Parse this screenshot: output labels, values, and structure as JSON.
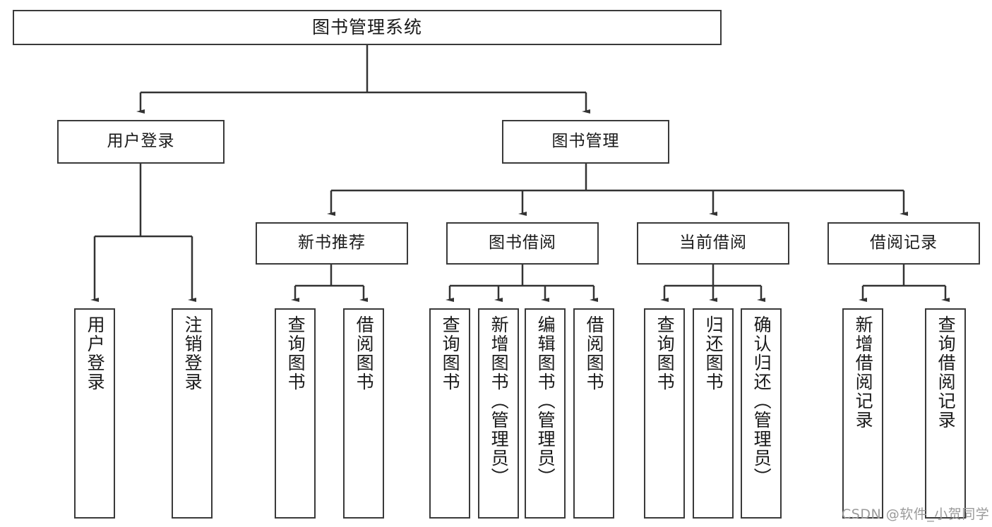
{
  "diagram": {
    "type": "tree-hierarchy",
    "title": "图书管理系统",
    "colors": {
      "box_border": "#3a3a3a",
      "box_fill": "#ffffff",
      "edge": "#333333",
      "text": "#1a1a1a",
      "watermark": "#9a9a9a",
      "background": "#ffffff"
    },
    "root": {
      "label": "图书管理系统"
    },
    "level2": [
      {
        "id": "user-login",
        "label": "用户登录"
      },
      {
        "id": "book-manage",
        "label": "图书管理"
      }
    ],
    "level3": [
      {
        "id": "new-book-rec",
        "label": "新书推荐"
      },
      {
        "id": "book-borrow",
        "label": "图书借阅"
      },
      {
        "id": "current-borrow",
        "label": "当前借阅"
      },
      {
        "id": "borrow-record",
        "label": "借阅记录"
      }
    ],
    "leaves": {
      "user_login": [
        {
          "id": "leaf-user-login",
          "label": "用户登录"
        },
        {
          "id": "leaf-logout-login",
          "label": "注销登录"
        }
      ],
      "new_book_rec": [
        {
          "id": "leaf-query-book-1",
          "label": "查询图书"
        },
        {
          "id": "leaf-borrow-book-1",
          "label": "借阅图书"
        }
      ],
      "book_borrow": [
        {
          "id": "leaf-query-book-2",
          "label": "查询图书"
        },
        {
          "id": "leaf-add-book",
          "label": "新增图书（管理员）"
        },
        {
          "id": "leaf-edit-book",
          "label": "编辑图书（管理员）"
        },
        {
          "id": "leaf-borrow-book-2",
          "label": "借阅图书"
        }
      ],
      "current_borrow": [
        {
          "id": "leaf-query-book-3",
          "label": "查询图书"
        },
        {
          "id": "leaf-return-book",
          "label": "归还图书"
        },
        {
          "id": "leaf-confirm-return",
          "label": "确认归还（管理员）"
        }
      ],
      "borrow_record": [
        {
          "id": "leaf-add-record",
          "label": "新增借阅记录"
        },
        {
          "id": "leaf-query-record",
          "label": "查询借阅记录"
        }
      ]
    },
    "watermark": "CSDN @软件_小贺同学"
  }
}
